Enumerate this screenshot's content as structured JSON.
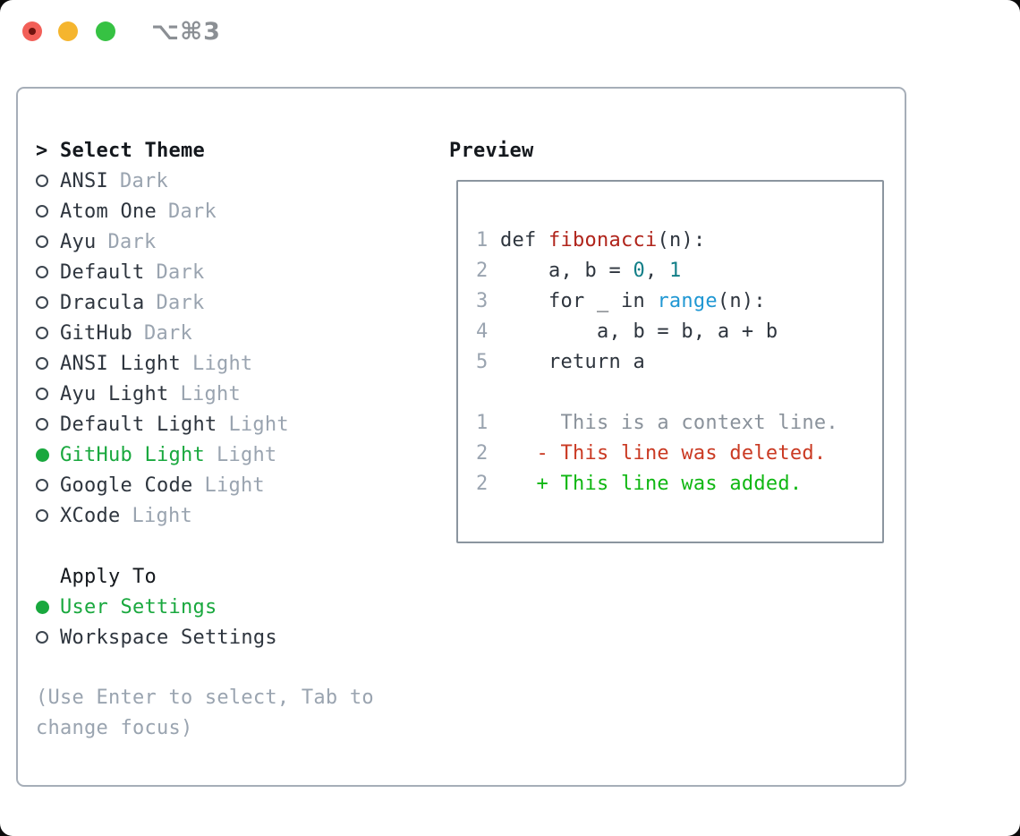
{
  "window": {
    "title": "⌥⌘3"
  },
  "titlebar": {
    "buttons": [
      "close",
      "minimize",
      "zoom"
    ]
  },
  "theme_panel": {
    "prompt": ">",
    "header": "Select Theme",
    "items": [
      {
        "label": "ANSI",
        "variant": "Dark",
        "selected": false
      },
      {
        "label": "Atom One",
        "variant": "Dark",
        "selected": false
      },
      {
        "label": "Ayu",
        "variant": "Dark",
        "selected": false
      },
      {
        "label": "Default",
        "variant": "Dark",
        "selected": false
      },
      {
        "label": "Dracula",
        "variant": "Dark",
        "selected": false
      },
      {
        "label": "GitHub",
        "variant": "Dark",
        "selected": false
      },
      {
        "label": "ANSI Light",
        "variant": "Light",
        "selected": false
      },
      {
        "label": "Ayu Light",
        "variant": "Light",
        "selected": false
      },
      {
        "label": "Default Light",
        "variant": "Light",
        "selected": false
      },
      {
        "label": "GitHub Light",
        "variant": "Light",
        "selected": true
      },
      {
        "label": "Google Code",
        "variant": "Light",
        "selected": false
      },
      {
        "label": "XCode",
        "variant": "Light",
        "selected": false
      }
    ],
    "apply_to": {
      "header": "Apply To",
      "options": [
        {
          "label": "User Settings",
          "selected": true
        },
        {
          "label": "Workspace Settings",
          "selected": false
        }
      ]
    },
    "hint_lines": [
      "(Use Enter to select, Tab to",
      "change focus)"
    ]
  },
  "preview": {
    "header": "Preview",
    "lines": [
      {
        "num": "1",
        "segments": [
          {
            "t": "def ",
            "c": "fg"
          },
          {
            "t": "fibonacci",
            "c": "func"
          },
          {
            "t": "(n):",
            "c": "fg"
          }
        ]
      },
      {
        "num": "2",
        "segments": [
          {
            "t": "    a, b = ",
            "c": "fg"
          },
          {
            "t": "0",
            "c": "num"
          },
          {
            "t": ", ",
            "c": "fg"
          },
          {
            "t": "1",
            "c": "num"
          }
        ]
      },
      {
        "num": "3",
        "segments": [
          {
            "t": "    for _ in ",
            "c": "fg"
          },
          {
            "t": "range",
            "c": "builtin"
          },
          {
            "t": "(n):",
            "c": "fg"
          }
        ]
      },
      {
        "num": "4",
        "segments": [
          {
            "t": "        a, b = b, a + b",
            "c": "fg"
          }
        ]
      },
      {
        "num": "5",
        "segments": [
          {
            "t": "    return a",
            "c": "fg"
          }
        ]
      },
      {
        "num": "",
        "segments": []
      },
      {
        "num": "1",
        "segments": [
          {
            "t": "     This is a context line.",
            "c": "context"
          }
        ]
      },
      {
        "num": "2",
        "segments": [
          {
            "t": "   - This line was deleted.",
            "c": "del"
          }
        ]
      },
      {
        "num": "2",
        "segments": [
          {
            "t": "   + This line was added.",
            "c": "add"
          }
        ]
      }
    ]
  },
  "colors": {
    "fg": "#2e353e",
    "header": "#14181d",
    "muted": "#9aa4b0",
    "context": "#8a929b",
    "green_sel": "#19a83e",
    "green_add": "#10b713",
    "red_func": "#b0241b",
    "red_del": "#ca3a23",
    "teal": "#117e87",
    "blue": "#1f97d3",
    "border_outer": "#a6aeb8",
    "border_preview": "#8b959f",
    "title_gray": "#8b8f94",
    "circle_stroke": "#3d4650",
    "tl_red": "#f25f58",
    "tl_red_dot": "#6f130e",
    "tl_yellow": "#f5b52e",
    "tl_green": "#36c243"
  }
}
